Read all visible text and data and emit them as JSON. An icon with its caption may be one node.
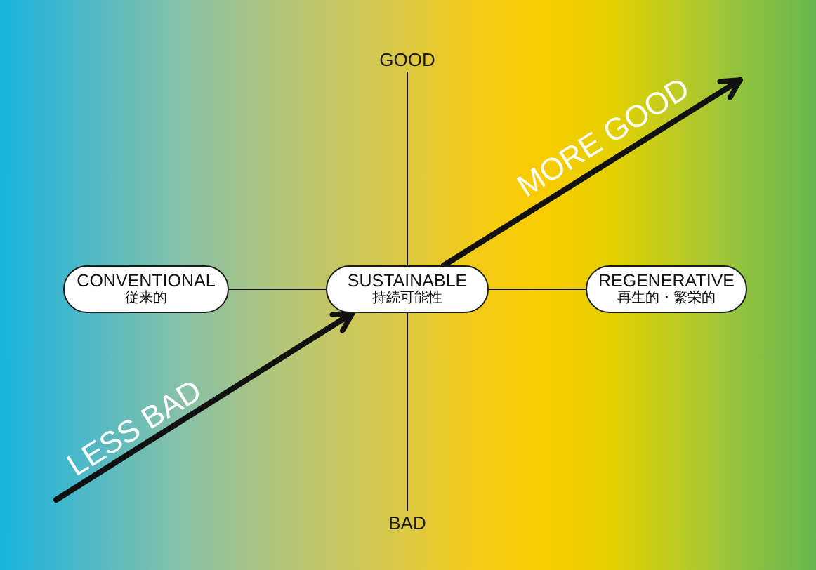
{
  "diagram": {
    "nodes": [
      {
        "text": [
          "CONVENTIONAL",
          "従来的"
        ]
      },
      {
        "text": [
          "SUSTAINABLE",
          "持続可能性"
        ]
      },
      {
        "text": [
          "REGENERATIVE",
          "再生的・繁栄的"
        ]
      },
      {
        "text": [
          "GOOD"
        ]
      },
      {
        "text": [
          "BAD"
        ]
      }
    ],
    "edges": [
      {
        "from": 0,
        "to": 1,
        "arrow": "none"
      },
      {
        "from": 1,
        "to": 2,
        "arrow": "none"
      },
      {
        "from": 3,
        "to": 1,
        "arrow": "none"
      },
      {
        "from": 1,
        "to": 4,
        "arrow": "none"
      },
      {
        "from": null,
        "to": 1,
        "arrow": "to",
        "label": "LESS BAD",
        "style": "thick"
      },
      {
        "from": 1,
        "to": null,
        "arrow": "to",
        "label": "MORE GOOD",
        "style": "thick"
      }
    ]
  }
}
